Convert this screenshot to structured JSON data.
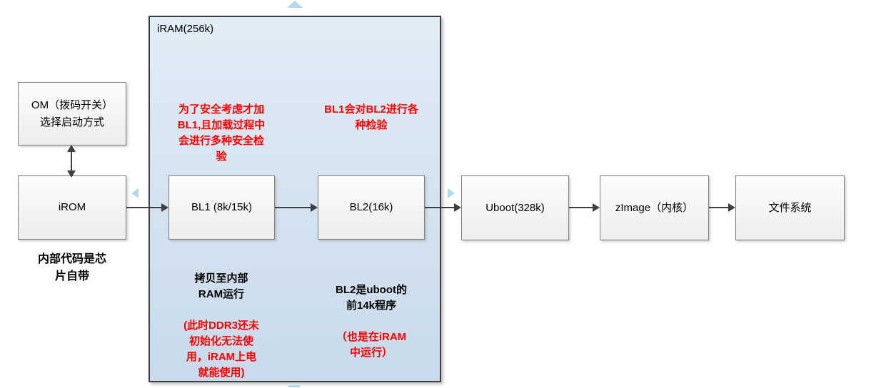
{
  "diagram": {
    "iram": {
      "label": "iRAM(256k)"
    },
    "boxes": {
      "om": "OM（拨码开关）\n选择启动方式",
      "irom": "iROM",
      "bl1": "BL1 (8k/15k)",
      "bl2": "BL2(16k)",
      "uboot": "Uboot(328k)",
      "zimage": "zImage（内核）",
      "filesystem": "文件系统"
    },
    "notes": {
      "irom_note": "内部代码是芯\n片自带",
      "bl1_security": "为了安全考虑才加\nBL1,且加载过程中\n会进行多种安全检\n验",
      "bl2_check": "BL1会对BL2进行各\n种检验",
      "bl1_copy_black": "拷贝至内部\nRAM运行",
      "bl1_copy_red": "(此时DDR3还未\n初始化无法使\n用，iRAM上电\n就能使用)",
      "bl2_uboot_black": "BL2是uboot的\n前14k程序",
      "bl2_uboot_red": "（也是在iRAM\n中运行）"
    },
    "colors": {
      "red_note": "#ff0000",
      "iram_fill_top": "#e1ecf6",
      "iram_fill_bottom": "#c8daeb",
      "iram_border": "#3d3d3d",
      "box_border": "#7f7f7f",
      "arrow": "#3f3f3f",
      "connector_marker": "#b3d6f2"
    }
  }
}
